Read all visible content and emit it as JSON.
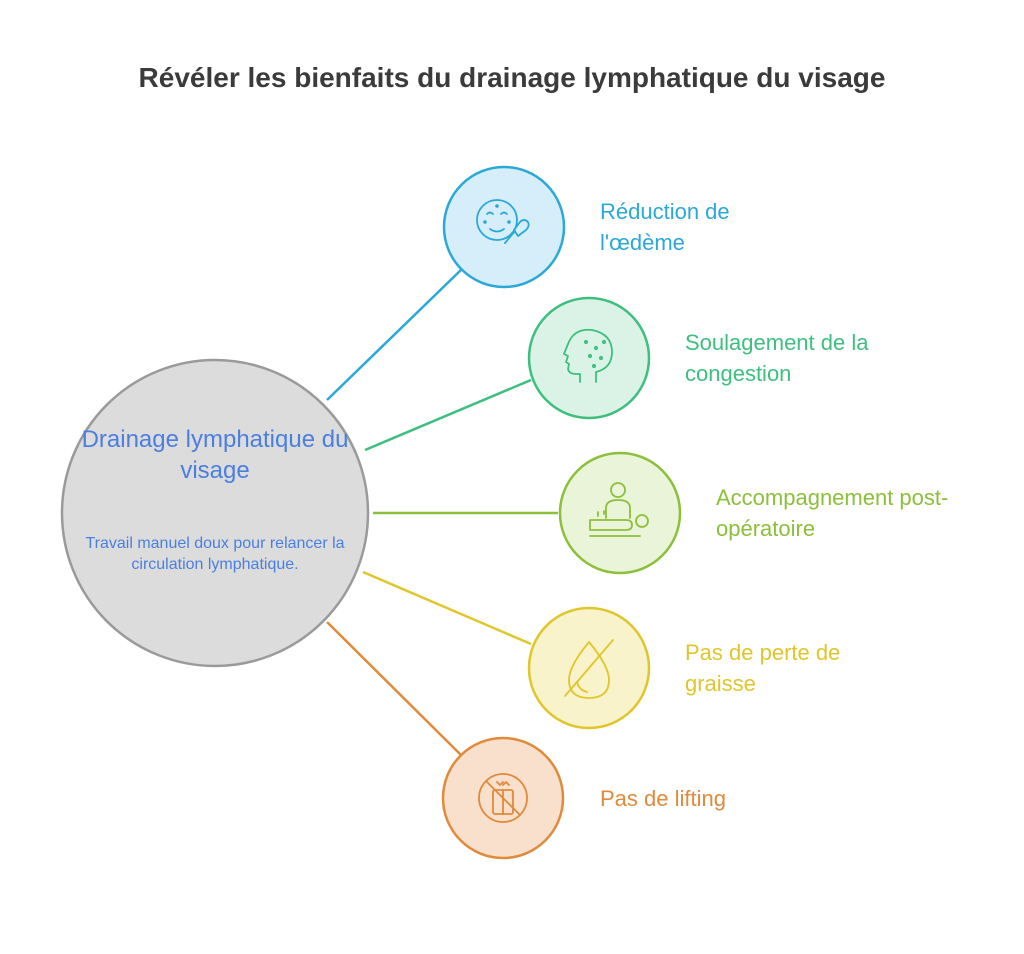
{
  "title": "Révéler les bienfaits du drainage lymphatique du visage",
  "center": {
    "title": "Drainage lymphatique du visage",
    "description": "Travail manuel doux pour relancer la circulation lymphatique.",
    "fill": "#dcdcdc",
    "stroke": "#9a9a9a",
    "text_color": "#4a7fe0"
  },
  "benefits": [
    {
      "label": "Réduction de l'œdème",
      "icon": "face-skincare-brush-icon",
      "color": "#2aa8d8",
      "fill": "#d6eef9"
    },
    {
      "label": "Soulagement de la congestion",
      "icon": "head-profile-spots-icon",
      "color": "#3dbf7f",
      "fill": "#dbf3e6"
    },
    {
      "label": "Accompagnement post-opératoire",
      "icon": "massage-therapy-icon",
      "color": "#8cbf3a",
      "fill": "#e9f4d9"
    },
    {
      "label": "Pas de perte de graisse",
      "icon": "no-fat-drop-icon",
      "color": "#e0c62a",
      "fill": "#f9f3cc"
    },
    {
      "label": "Pas de lifting",
      "icon": "no-lifting-icon",
      "color": "#e08a3a",
      "fill": "#f8e0cc"
    }
  ]
}
